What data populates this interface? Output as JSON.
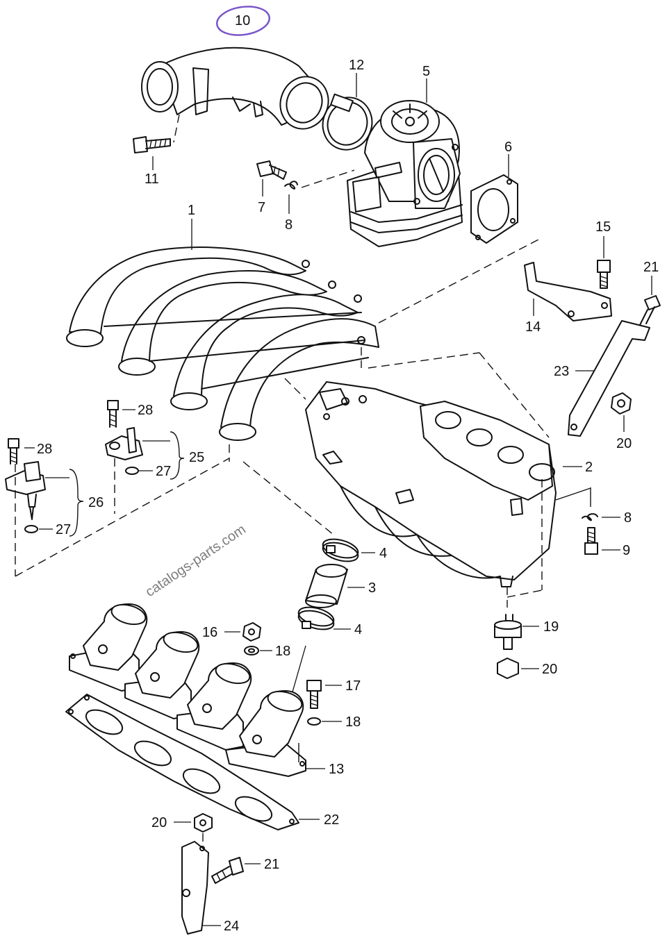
{
  "watermark": "catalogs-parts.com",
  "highlight_color": "#7a55c9",
  "callouts": [
    {
      "id": "c10",
      "label": "10"
    },
    {
      "id": "c12",
      "label": "12"
    },
    {
      "id": "c5",
      "label": "5"
    },
    {
      "id": "c11",
      "label": "11"
    },
    {
      "id": "c7",
      "label": "7"
    },
    {
      "id": "c8a",
      "label": "8"
    },
    {
      "id": "c6",
      "label": "6"
    },
    {
      "id": "c1",
      "label": "1"
    },
    {
      "id": "c15",
      "label": "15"
    },
    {
      "id": "c21a",
      "label": "21"
    },
    {
      "id": "c14",
      "label": "14"
    },
    {
      "id": "c23",
      "label": "23"
    },
    {
      "id": "c20a",
      "label": "20"
    },
    {
      "id": "c28a",
      "label": "28"
    },
    {
      "id": "c28b",
      "label": "28"
    },
    {
      "id": "c25",
      "label": "25"
    },
    {
      "id": "c27a",
      "label": "27"
    },
    {
      "id": "c26",
      "label": "26"
    },
    {
      "id": "c27b",
      "label": "27"
    },
    {
      "id": "c2",
      "label": "2"
    },
    {
      "id": "c8b",
      "label": "8"
    },
    {
      "id": "c9",
      "label": "9"
    },
    {
      "id": "c4a",
      "label": "4"
    },
    {
      "id": "c3",
      "label": "3"
    },
    {
      "id": "c4b",
      "label": "4"
    },
    {
      "id": "c16",
      "label": "16"
    },
    {
      "id": "c18a",
      "label": "18"
    },
    {
      "id": "c19",
      "label": "19"
    },
    {
      "id": "c20b",
      "label": "20"
    },
    {
      "id": "c17",
      "label": "17"
    },
    {
      "id": "c18b",
      "label": "18"
    },
    {
      "id": "c13",
      "label": "13"
    },
    {
      "id": "c22",
      "label": "22"
    },
    {
      "id": "c20c",
      "label": "20"
    },
    {
      "id": "c21b",
      "label": "21"
    },
    {
      "id": "c24",
      "label": "24"
    }
  ]
}
